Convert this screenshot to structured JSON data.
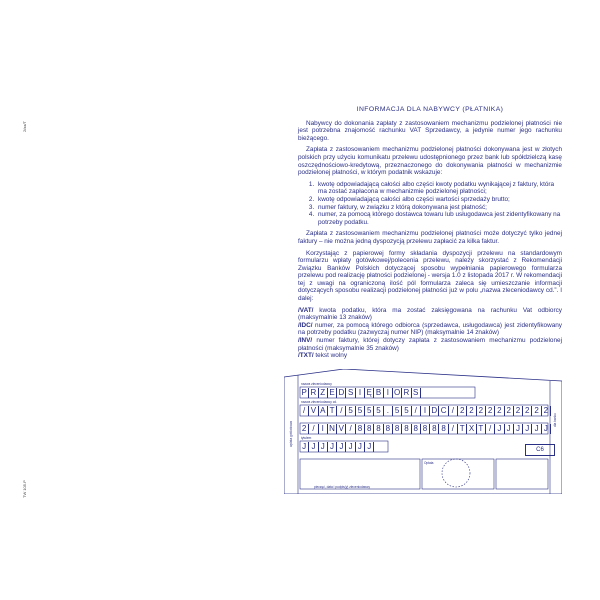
{
  "side_codes": {
    "top": "2/xx/T",
    "bottom": "TW 105.P"
  },
  "info": {
    "title": "INFORMACJA DLA NABYWCY (PŁATNIKA)",
    "paragraphs": [
      "Nabywcy do dokonania zapłaty z zastosowaniem mechanizmu podzielonej płatności nie jest potrzebna znajomość rachunku VAT Sprzedawcy, a jedynie numer jego rachunku bieżącego.",
      "Zapłata z zastosowaniem mechanizmu podzielonej płatności dokonywana jest w złotych polskich przy użyciu komunikatu przelewu udostępnionego przez bank lub spółdzielczą kasę oszczędnościowo-kredytową, przeznaczonego do dokonywania płatności w mechanizmie podzielonej płatności, w którym podatnik wskazuje:"
    ],
    "list": [
      "kwotę odpowiadającą całości albo części kwoty podatku wynikającej z faktury, która ma zostać zapłacona w mechanizmie podzielonej płatności;",
      "kwotę odpowiadającą całości albo części wartości sprzedaży brutto;",
      "numer faktury, w związku z którą dokonywana jest płatność;",
      "numer, za pomocą którego dostawca towaru lub usługodawca jest zidentyfikowany na potrzeby podatku."
    ],
    "paragraphs2": [
      "Zapłata z zastosowaniem mechanizmu podzielonej płatności może dotyczyć tylko jednej faktury – nie można jedną dyspozycją przelewu zapłacić za kilka faktur.",
      "Korzystając z papierowej formy składania dyspozycji przelewu na standardowym formularzu wpłaty gotówkowej/polecenia przelewu, należy skorzystać z Rekomendacji Związku Banków Polskich dotyczącej sposobu wypełniania papierowego formularza przelewu pod realizację płatności podzielonej - wersja 1.0 z listopada 2017 r. W rekomendacji tej z uwagi na ograniczoną ilość pól formularza zaleca się umieszczanie informacji dotyczących sposobu realizacji podzielonej płatności już w polu „nazwa zleceniodawcy cd.”. I dalej:"
    ],
    "codes": [
      {
        "code": "/VAT/",
        "text": " kwota podatku, która ma zostać zaksięgowana na rachunku Vat odbiorcy (maksymalnie 13 znaków)"
      },
      {
        "code": "/IDC/",
        "text": " numer, za pomocą którego odbiorca (sprzedawca, usługodawca) jest zidentyfikowany na potrzeby podatku (zazwyczaj numer NIP) (maksymalnie 14 znaków)"
      },
      {
        "code": "/INV/",
        "text": " numer faktury, której dotyczy zapłata z zastosowaniem mechanizmu podzielonej płatności (maksymalnie 35 znaków)"
      },
      {
        "code": "/TXT/",
        "text": " tekst wolny"
      }
    ]
  },
  "form": {
    "labels": {
      "recipient_name": "nazwa zleceniodawcy",
      "recipient_name_cont": "nazwa zleceniodawcy cd.",
      "account": "tytułem",
      "side_left": "wpłata gotówkowa",
      "side_right": "dla banku",
      "signature": "pieczęć, data i podpis(y) zleceniodawcy",
      "fee": "Opłata"
    },
    "rows": [
      "PRZEDSIĘBIORS",
      "/VAT/5555.55/IDC/2222222222",
      "2/INV/8888888888/TXT/JJJJJJ",
      "JJJJJJJJ"
    ],
    "box_code": "C6"
  }
}
